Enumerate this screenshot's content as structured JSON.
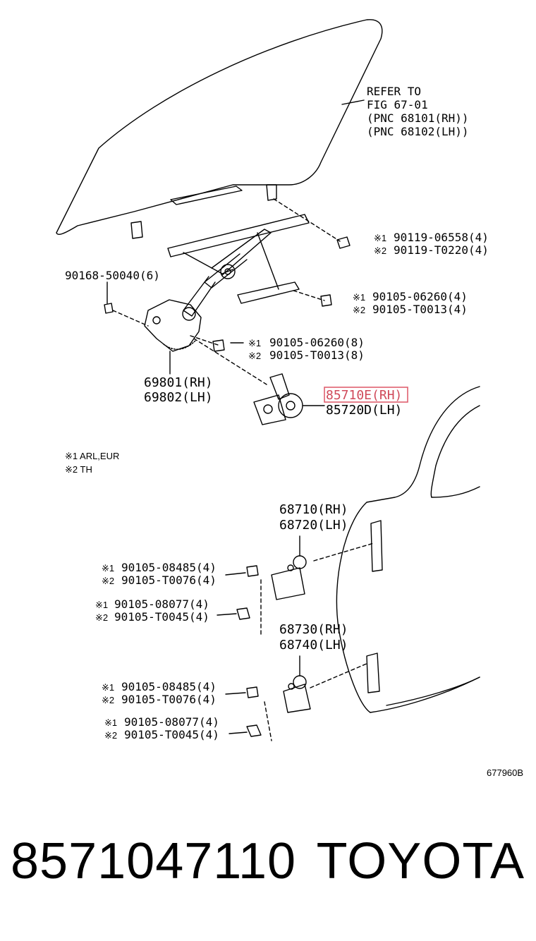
{
  "refer_note": {
    "line1": "REFER TO",
    "line2": "FIG 67-01",
    "line3": "(PNC 68101(RH))",
    "line4": "(PNC 68102(LH))"
  },
  "labels": {
    "bolt_glass_1": "90119-06558(4)",
    "bolt_glass_2": "90119-T0220(4)",
    "bolt_6": "90168-50040(6)",
    "bolt_rail_1": "90105-06260(4)",
    "bolt_rail_2": "90105-T0013(4)",
    "bolt_reg_1": "90105-06260(8)",
    "bolt_reg_2": "90105-T0013(8)",
    "regulator_rh": "69801(RH)",
    "regulator_lh": "69802(LH)",
    "motor_rh": "85710E(RH)",
    "motor_lh": "85720D(LH)",
    "upper_hinge_rh": "68710(RH)",
    "upper_hinge_lh": "68720(LH)",
    "bolt_uh_a1": "90105-08485(4)",
    "bolt_uh_a2": "90105-T0076(4)",
    "bolt_uh_b1": "90105-08077(4)",
    "bolt_uh_b2": "90105-T0045(4)",
    "lower_hinge_rh": "68730(RH)",
    "lower_hinge_lh": "68740(LH)",
    "bolt_lh_a1": "90105-08485(4)",
    "bolt_lh_a2": "90105-T0076(4)",
    "bolt_lh_b1": "90105-08077(4)",
    "bolt_lh_b2": "90105-T0045(4)"
  },
  "marks": {
    "m1": "※1",
    "m2": "※2"
  },
  "legend": {
    "note1": "※1 ARL,EUR",
    "note2": "※2 TH"
  },
  "figure_id": "677960B",
  "footer": {
    "part_number": "8571047110",
    "brand": "TOYOTA"
  },
  "colors": {
    "highlight": "#e06070",
    "line": "#000000"
  }
}
